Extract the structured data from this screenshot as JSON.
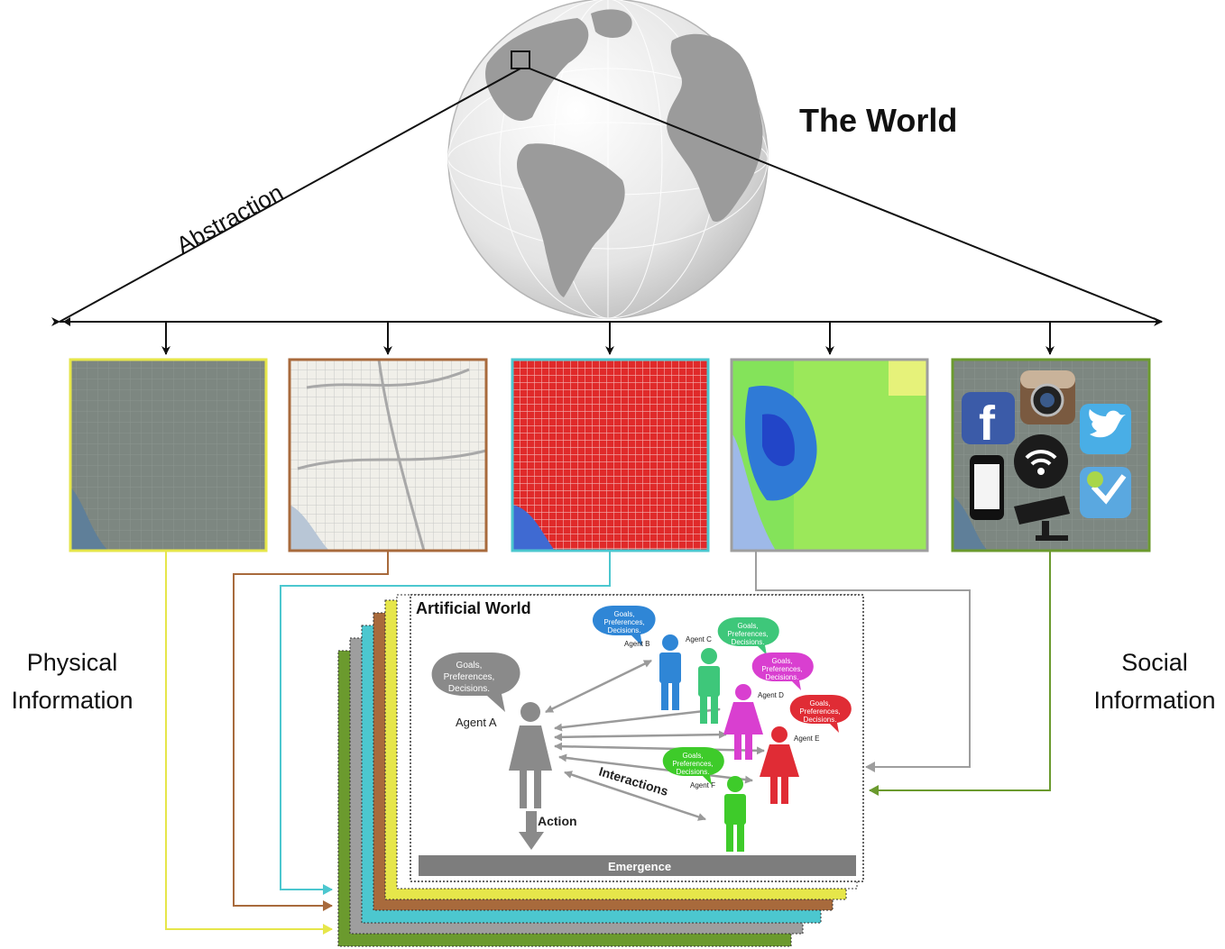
{
  "labels": {
    "world": "The World",
    "abstraction": "Abstraction",
    "physical_line1": "Physical",
    "physical_line2": "Information",
    "social_line1": "Social",
    "social_line2": "Information"
  },
  "artificial_world": {
    "title": "Artificial World",
    "action": "Action",
    "interactions": "Interactions",
    "emergence": "Emergence",
    "bubble_lines": [
      "Goals,",
      "Preferences,",
      "Decisions."
    ],
    "agents": [
      {
        "name": "Agent A",
        "color": "#8a8a8a"
      },
      {
        "name": "Agent B",
        "color": "#2f86d6"
      },
      {
        "name": "Agent C",
        "color": "#3ec77a"
      },
      {
        "name": "Agent D",
        "color": "#d93fd0"
      },
      {
        "name": "Agent E",
        "color": "#e02c35"
      },
      {
        "name": "Agent F",
        "color": "#3ecb2a"
      }
    ]
  },
  "layers": {
    "frame_colors": [
      "#e6e64a",
      "#a86a3c",
      "#4cc7cf",
      "#9e9e9e",
      "#6b9a2e"
    ]
  },
  "social_icons": [
    "facebook-icon",
    "instagram-icon",
    "twitter-icon",
    "smartphone-icon",
    "wifi-icon",
    "cctv-camera-icon",
    "foursquare-icon"
  ]
}
